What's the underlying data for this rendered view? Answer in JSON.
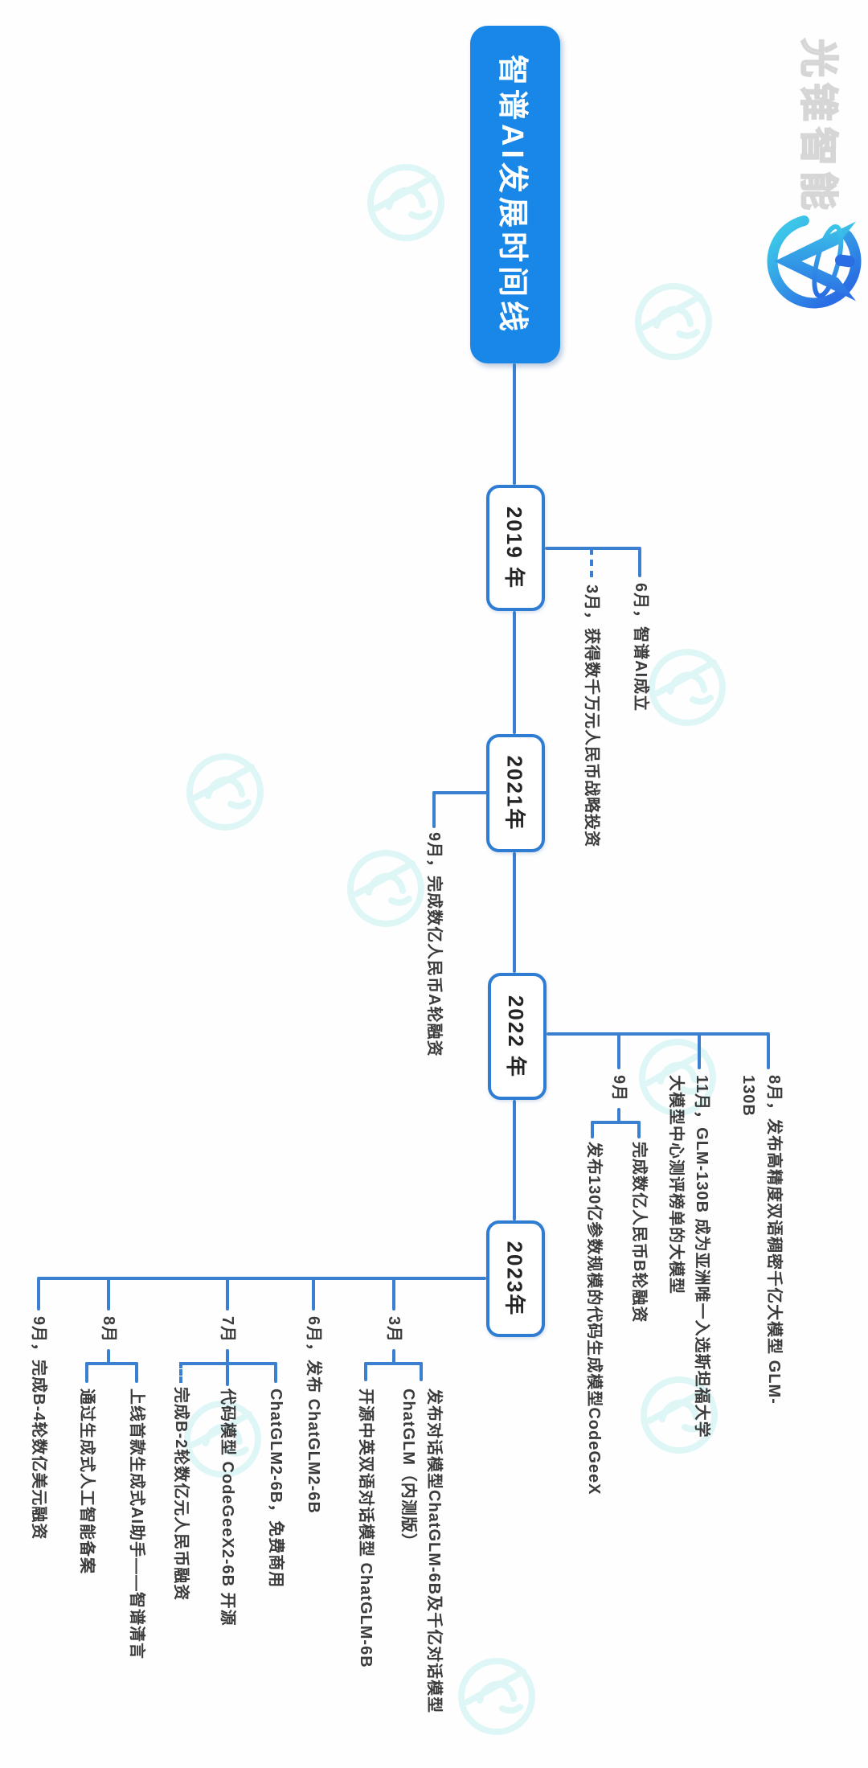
{
  "title": "智谱AI发展时间线",
  "brand_watermark": "光锥智能",
  "colors": {
    "title_box": "#1987e8",
    "line": "#3a7fd0",
    "node_border": "#2f7cd3",
    "text": "#3b3b3b",
    "watermark_cyan": "#9ae4e8",
    "logo_gradient": [
      "#3cc5e8",
      "#2a6de4"
    ],
    "brand_gray": "#d6d6d6"
  },
  "timeline": [
    {
      "year": "2019 年",
      "events": [
        {
          "label": "6月，智谱AI成立"
        },
        {
          "label": "3月，获得数千万元人民币战略投资",
          "dashed": true
        }
      ]
    },
    {
      "year": "2021年",
      "events": [
        {
          "label": "9月，完成数亿人民币A轮融资"
        }
      ]
    },
    {
      "year": "2022 年",
      "events": [
        {
          "label": "8月，发布高精度双语稠密千亿大模型 GLM-130B",
          "lines": [
            "8月，发布高精度双语稠密千亿大模型 GLM-",
            "130B"
          ]
        },
        {
          "label": "11月，GLM-130B 成为亚洲唯一入选斯坦福大学大模型中心测评榜单的大模型",
          "lines": [
            "11月，GLM-130B 成为亚洲唯一入选斯坦福大学",
            "大模型中心测评榜单的大模型"
          ]
        },
        {
          "label": "9月",
          "children": [
            {
              "label": "完成数亿人民币B轮融资"
            },
            {
              "label": "发布130亿参数规模的代码生成模型CodeGeeX"
            }
          ]
        }
      ]
    },
    {
      "year": "2023年",
      "events": [
        {
          "label": "3月",
          "children": [
            {
              "label": "发布对话模型ChatGLM-6B及千亿对话模型ChatGLM（内测版）",
              "lines": [
                "发布对话模型ChatGLM-6B及千亿对话模型",
                "ChatGLM（内测版）"
              ]
            },
            {
              "label": "开源中英双语对话模型 ChatGLM-6B"
            }
          ]
        },
        {
          "label": "6月，发布 ChatGLM2-6B"
        },
        {
          "label": "7月",
          "children": [
            {
              "label": "ChatGLM2-6B，免费商用"
            },
            {
              "label": "代码模型 CodeGeeX2-6B 开源"
            },
            {
              "label": "完成B-2轮数亿元人民币融资",
              "dashed": true
            }
          ]
        },
        {
          "label": "8月",
          "children": [
            {
              "label": "上线首款生成式AI助手——智谱清言"
            },
            {
              "label": "通过生成式人工智能备案"
            }
          ]
        },
        {
          "label": "9月，完成B-4轮数亿美元融资"
        }
      ]
    }
  ]
}
